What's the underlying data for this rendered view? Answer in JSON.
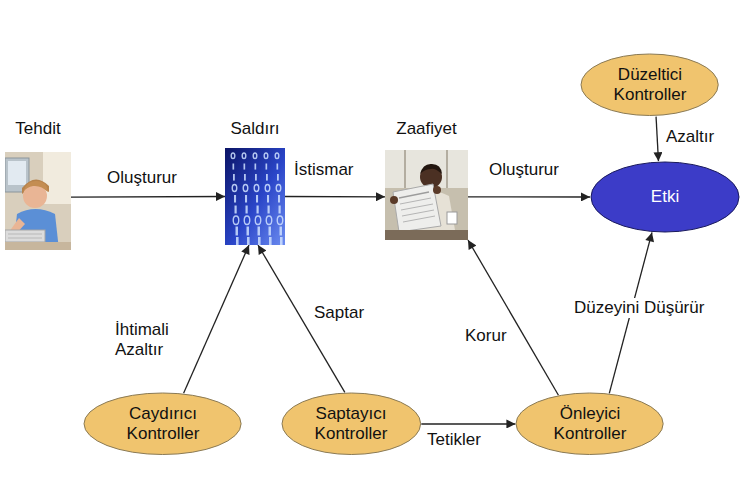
{
  "diagram": {
    "nodes": [
      {
        "text": [
          "Düzeltici Kontroller"
        ]
      },
      {
        "text": [
          "Tehdit"
        ]
      },
      {
        "text": [
          "Saldırı"
        ]
      },
      {
        "text": [
          "Zaafiyet"
        ]
      },
      {
        "text": [
          "Etki"
        ]
      },
      {
        "text": [
          "Caydırıcı Kontroller"
        ]
      },
      {
        "text": [
          "Saptayıcı Kontroller"
        ]
      },
      {
        "text": [
          "Önleyici Kontroller"
        ]
      }
    ],
    "edges": [
      {
        "from": 1,
        "to": 2,
        "label": "Oluşturur",
        "arrow": "to"
      },
      {
        "from": 2,
        "to": 3,
        "label": "İstismar",
        "arrow": "to"
      },
      {
        "from": 3,
        "to": 4,
        "label": "Oluşturur",
        "arrow": "to"
      },
      {
        "from": 0,
        "to": 4,
        "label": "Azaltır",
        "arrow": "to"
      },
      {
        "from": 5,
        "to": 2,
        "label": "İhtimali Azaltır",
        "arrow": "to"
      },
      {
        "from": 6,
        "to": 2,
        "label": "Saptar",
        "arrow": "to"
      },
      {
        "from": 6,
        "to": 7,
        "label": "Tetikler",
        "arrow": "to"
      },
      {
        "from": 7,
        "to": 3,
        "label": "Korur",
        "arrow": "to"
      },
      {
        "from": 7,
        "to": 4,
        "label": "Düzeyini Düşürür",
        "arrow": "to"
      }
    ]
  }
}
